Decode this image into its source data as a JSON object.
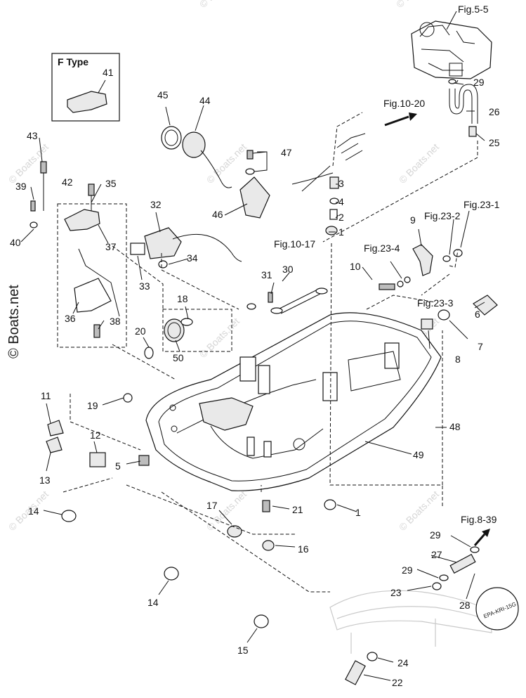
{
  "watermark": "© Boats.net",
  "ftype_box": {
    "title": "F Type",
    "part": "41"
  },
  "callouts": [
    "1",
    "2",
    "3",
    "4",
    "5",
    "6",
    "7",
    "8",
    "9",
    "10",
    "11",
    "12",
    "13",
    "14",
    "15",
    "16",
    "17",
    "18",
    "19",
    "20",
    "21",
    "22",
    "23",
    "24",
    "25",
    "26",
    "27",
    "28",
    "29",
    "30",
    "31",
    "32",
    "33",
    "34",
    "35",
    "36",
    "37",
    "38",
    "39",
    "40",
    "41",
    "42",
    "43",
    "44",
    "45",
    "46",
    "47",
    "48",
    "49",
    "50"
  ],
  "figure_refs": [
    "Fig.5-5",
    "Fig.10-20",
    "Fig.10-17",
    "Fig.23-1",
    "Fig.23-2",
    "Fig.23-3",
    "Fig.23-4",
    "Fig.8-39"
  ],
  "epa_label": "EPA-KRI-15G"
}
